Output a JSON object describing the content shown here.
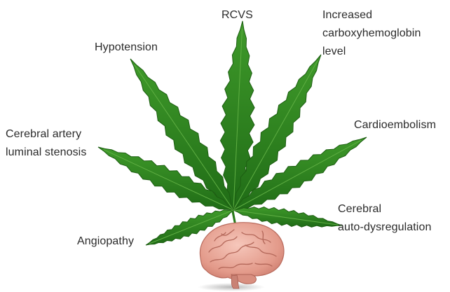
{
  "labels": {
    "rcvs": "RCVS",
    "carboxy": [
      "Increased",
      "carboxyhemoglobin",
      "level"
    ],
    "hypotension": "Hypotension",
    "cardioembolism": "Cardioembolism",
    "stenosis": [
      "Cerebral artery",
      "luminal stenosis"
    ],
    "autodysregulation": [
      "Cerebral",
      "auto-dysregulation"
    ],
    "angiopathy": "Angiopathy"
  },
  "illustration": {
    "leaf_icon": "cannabis-leaf-icon",
    "brain_icon": "brain-icon",
    "leaf_color": "#2e7d1f",
    "brain_color": "#e9a99b"
  }
}
